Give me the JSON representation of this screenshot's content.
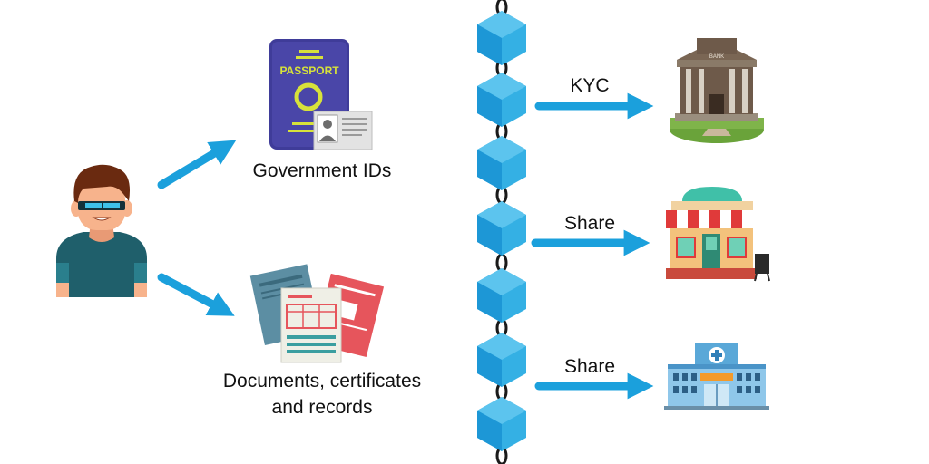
{
  "labels": {
    "government_ids": "Government IDs",
    "documents_line1": "Documents, certificates",
    "documents_line2": "and records",
    "kyc": "KYC",
    "share_store": "Share",
    "share_hospital": "Share"
  },
  "passport": {
    "title": "PASSPORT"
  },
  "bank": {
    "sign": "BANK"
  },
  "colors": {
    "arrow": "#1ba0dc",
    "block_top": "#5cc4ee",
    "block_left": "#1d97d6",
    "block_right": "#34b0e4",
    "passport": "#3f3c99",
    "passport_accent": "#d7e23a",
    "skin": "#f7b38c",
    "shirt": "#1f5f6b",
    "hair": "#6a2a10"
  }
}
